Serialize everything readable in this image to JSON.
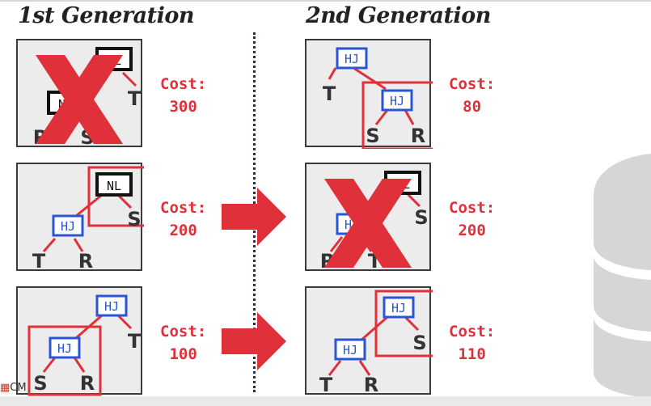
{
  "titles": {
    "gen1": "1st Generation",
    "gen2": "2nd Generation"
  },
  "cost_label": "Cost:",
  "colors": {
    "hash_join": "#2a55d6",
    "nested_loop": "#111111",
    "highlight": "#e0303a",
    "panel_bg": "#ececec"
  },
  "plans": {
    "g1p1": {
      "cost": "300",
      "rejected": true
    },
    "g1p2": {
      "cost": "200",
      "rejected": false
    },
    "g1p3": {
      "cost": "100",
      "rejected": false
    },
    "g2p1": {
      "cost": "80",
      "rejected": false
    },
    "g2p2": {
      "cost": "200",
      "rejected": true
    },
    "g2p3": {
      "cost": "110",
      "rejected": false
    }
  },
  "labels": {
    "hj": "HJ",
    "nl": "NL",
    "t": "T",
    "r": "R",
    "s": "S"
  },
  "footer_logo": "CM"
}
